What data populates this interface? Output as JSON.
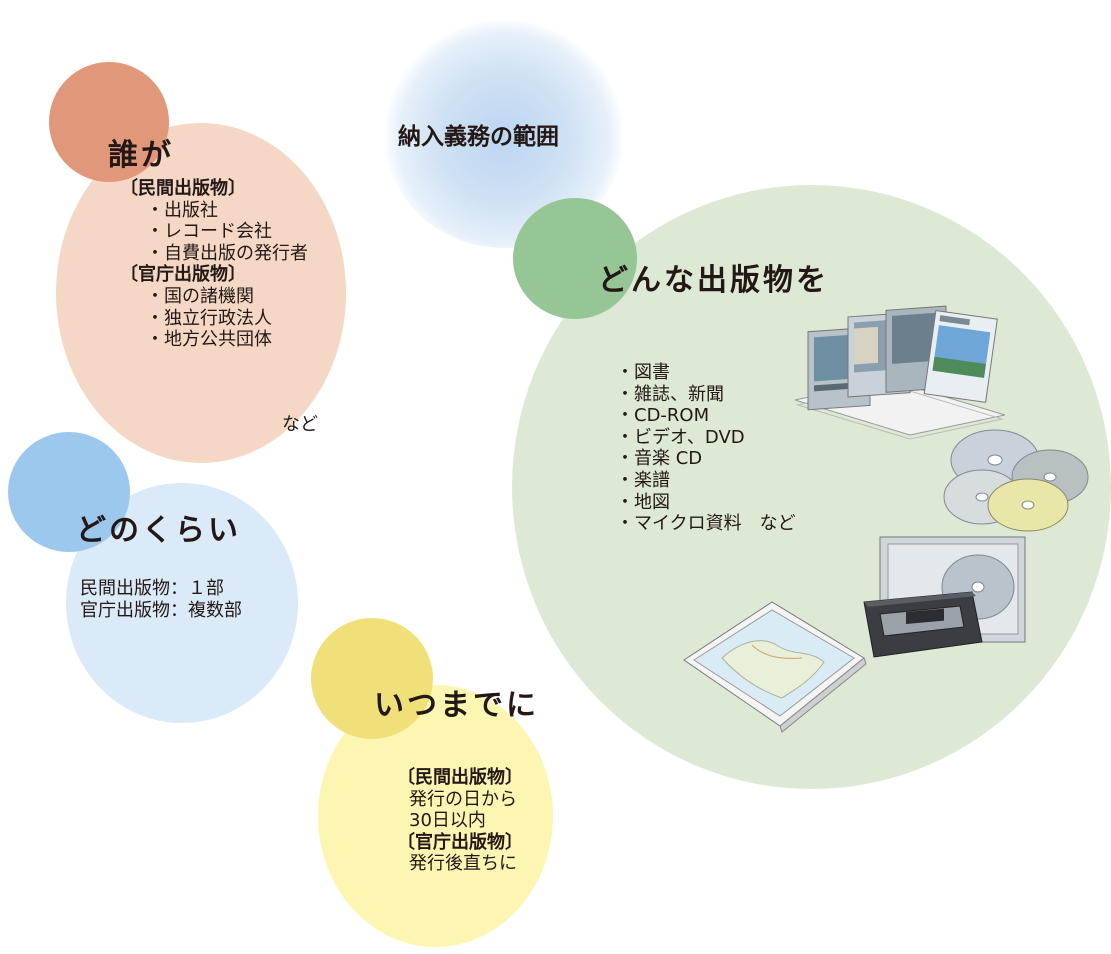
{
  "title": "納入義務の範囲",
  "who": {
    "heading": "誰が",
    "items": [
      "〔民間出版物〕",
      "・出版社",
      "・レコード会社",
      "・自費出版の発行者",
      "〔官庁出版物〕",
      "・国の諸機関",
      "・独立行政法人",
      "・地方公共団体"
    ],
    "suffix": "など"
  },
  "how_many": {
    "heading": "どのくらい",
    "items": [
      "民間出版物：１部",
      "官庁出版物：複数部"
    ]
  },
  "until_when": {
    "heading": "いつまでに",
    "items": [
      "〔民間出版物〕",
      "発行の日から",
      "30日以内",
      "〔官庁出版物〕",
      "発行後直ちに"
    ]
  },
  "what": {
    "heading": "どんな出版物を",
    "items": [
      "・図書",
      "・雑誌、新聞",
      "・CD-ROM",
      "・ビデオ、DVD",
      "・音楽 CD",
      "・楽譜",
      "・地図",
      "・マイクロ資料　など"
    ]
  },
  "colors": {
    "who_dark": "#e1977a",
    "who_light": "#f4d7c4",
    "how_many_dark": "#9dc8ee",
    "how_many_light": "#daeaf8",
    "until_when_dark": "#f0e07a",
    "until_when_light": "#fdf6b2",
    "what_dark": "#96c596",
    "what_light": "#dde9d4",
    "title_glow": "#cfe1f4"
  },
  "illustrations": [
    "books-magazines-illustration",
    "cd-discs-illustration",
    "video-cassette-dvd-illustration",
    "map-illustration"
  ]
}
